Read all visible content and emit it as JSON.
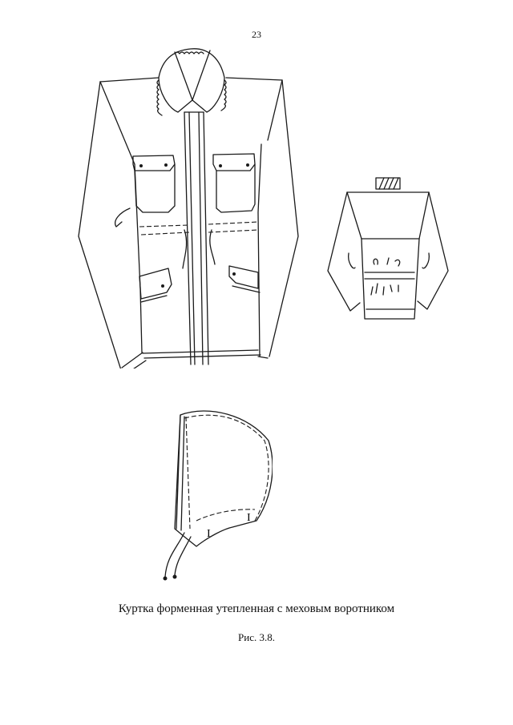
{
  "page": {
    "number": "23"
  },
  "figures": {
    "front_view": {
      "name": "jacket-front-view"
    },
    "back_view": {
      "name": "jacket-back-view"
    },
    "hood_view": {
      "name": "hood-side-view",
      "markers": [
        "I",
        "I"
      ]
    }
  },
  "caption": {
    "text": "Куртка форменная утепленная с меховым воротником",
    "figure_label": "Рис. 3.8."
  }
}
